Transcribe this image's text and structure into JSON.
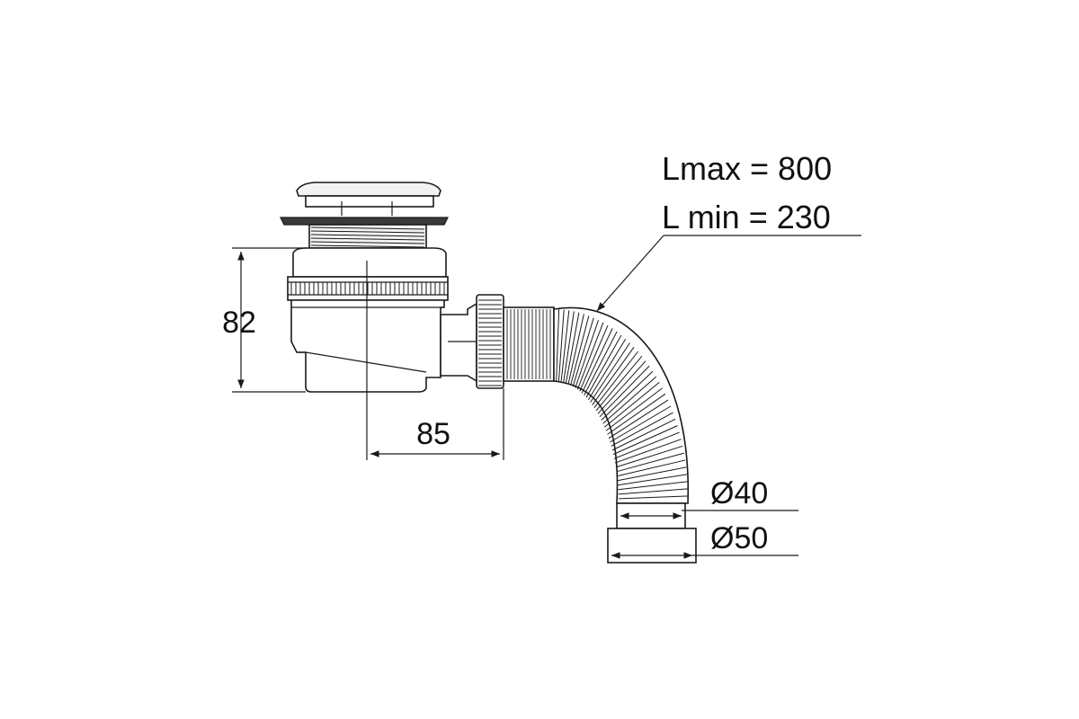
{
  "labels": {
    "height_dim": "82",
    "offset_dim": "85",
    "length_max": "Lmax = 800",
    "length_min": "L min = 230",
    "inner_diameter": "Ø40",
    "outer_diameter": "Ø50"
  },
  "colors": {
    "stroke": "#1a1a1a",
    "background": "#ffffff",
    "accent_dark": "#3a3a3a"
  }
}
